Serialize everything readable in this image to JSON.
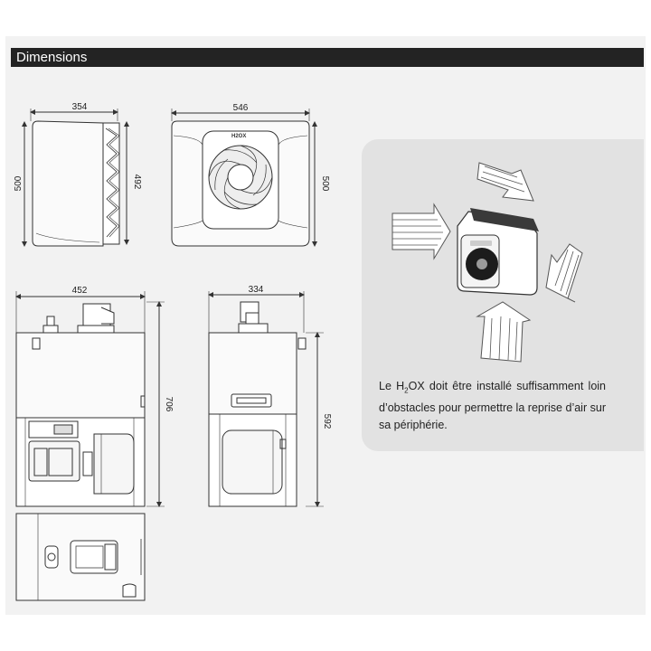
{
  "section": {
    "title": "Dimensions"
  },
  "dimensions": {
    "side_width": "354",
    "side_height": "500",
    "side_depth": "492",
    "front_width": "546",
    "front_height": "500",
    "view3_width": "452",
    "view3_height": "706",
    "view4_width": "334",
    "view4_height": "592"
  },
  "brand_mark": "H2OX",
  "note": {
    "before": "Le H",
    "subscript": "2",
    "after": "OX doit être installé suffisamment loin d’obstacles pour permettre la reprise d’air sur sa périphérie."
  }
}
